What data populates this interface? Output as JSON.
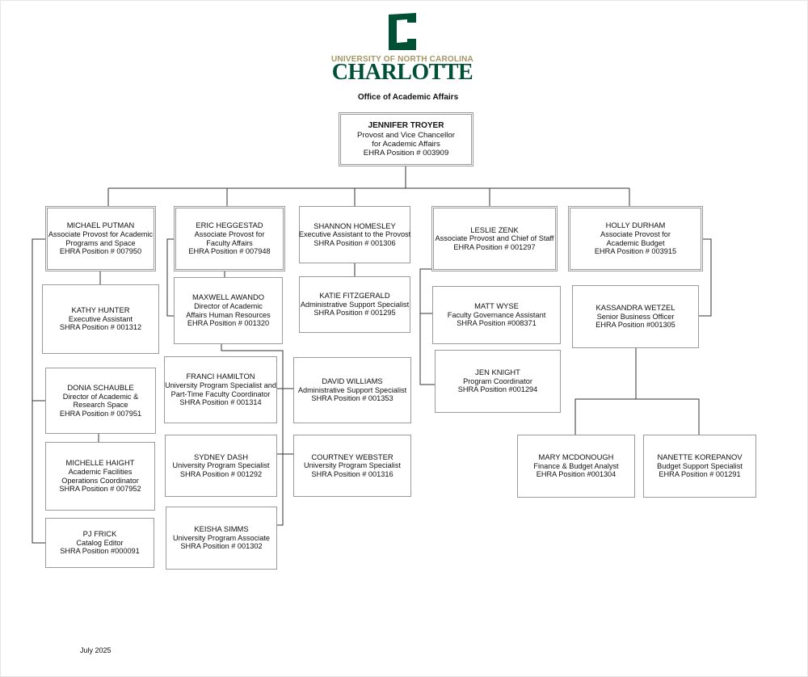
{
  "logo": {
    "university": "UNIVERSITY OF NORTH CAROLINA",
    "name": "CHARLOTTE",
    "color_green": "#005035",
    "color_gold": "#a49665",
    "icon": "c-crown-monogram-icon"
  },
  "office": "Office of Academic Affairs",
  "date": "July 2025",
  "boxes": {
    "troyer": {
      "name": "JENNIFER TROYER",
      "l1": "Provost and Vice Chancellor",
      "l2": "for Academic Affairs",
      "l3": "EHRA Position # 003909"
    },
    "putman": {
      "name": "MICHAEL PUTMAN",
      "l1": "Associate Provost for Academic",
      "l2": "Programs and Space",
      "l3": "EHRA Position # 007950"
    },
    "heggestad": {
      "name": "ERIC HEGGESTAD",
      "l1": "Associate Provost for",
      "l2": "Faculty Affairs",
      "l3": "EHRA Position # 007948"
    },
    "homesley": {
      "name": "SHANNON HOMESLEY",
      "l1": "Executive Assistant to the Provost",
      "l2": "SHRA Position # 001306"
    },
    "zenk": {
      "name": "LESLIE ZENK",
      "l1": "Associate Provost and Chief of Staff",
      "l2": "EHRA Position # 001297"
    },
    "durham": {
      "name": "HOLLY DURHAM",
      "l1": "Associate Provost for",
      "l2": "Academic Budget",
      "l3": "EHRA Position # 003915"
    },
    "hunter": {
      "name": "KATHY HUNTER",
      "l1": "Executive Assistant",
      "l2": "SHRA Position # 001312"
    },
    "schauble": {
      "name": "DONIA SCHAUBLE",
      "l1": "Director of Academic &",
      "l2": "Research Space",
      "l3": "EHRA Position # 007951"
    },
    "haight": {
      "name": "MICHELLE HAIGHT",
      "l1": "Academic Facilities",
      "l2": "Operations Coordinator",
      "l3": "SHRA Position # 007952"
    },
    "frick": {
      "name": "PJ FRICK",
      "l1": "Catalog Editor",
      "l2": "SHRA Position #000091"
    },
    "awando": {
      "name": "MAXWELL AWANDO",
      "l1": "Director of Academic",
      "l2": "Affairs Human Resources",
      "l3": "EHRA Position # 001320"
    },
    "hamilton": {
      "name": "FRANCI HAMILTON",
      "l1": "University Program Specialist and",
      "l2": "Part-Time Faculty Coordinator",
      "l3": "SHRA Position # 001314"
    },
    "dash": {
      "name": "SYDNEY DASH",
      "l1": "University Program Specialist",
      "l2": "SHRA Position # 001292"
    },
    "simms": {
      "name": "KEISHA SIMMS",
      "l1": "University Program Associate",
      "l2": "SHRA Position # 001302"
    },
    "williams": {
      "name": "DAVID WILLIAMS",
      "l1": "Administrative Support Specialist",
      "l2": "SHRA Position # 001353"
    },
    "webster": {
      "name": "COURTNEY WEBSTER",
      "l1": "University Program Specialist",
      "l2": "SHRA Position # 001316"
    },
    "fitzgerald": {
      "name": "KATIE FITZGERALD",
      "l1": "Administrative Support Specialist",
      "l2": "SHRA Position # 001295"
    },
    "wyse": {
      "name": "MATT WYSE",
      "l1": "Faculty Governance Assistant",
      "l2": "SHRA Position #008371"
    },
    "knight": {
      "name": "JEN KNIGHT",
      "l1": "Program Coordinator",
      "l2": "SHRA Position #001294"
    },
    "wetzel": {
      "name": "KASSANDRA WETZEL",
      "l1": "Senior Business Officer",
      "l2": "EHRA Position #001305"
    },
    "mcdonough": {
      "name": "MARY MCDONOUGH",
      "l1": "Finance & Budget Analyst",
      "l2": "EHRA Position #001304"
    },
    "korepanov": {
      "name": "NANETTE KOREPANOV",
      "l1": "Budget Support Specialist",
      "l2": "EHRA Position # 001291"
    }
  }
}
